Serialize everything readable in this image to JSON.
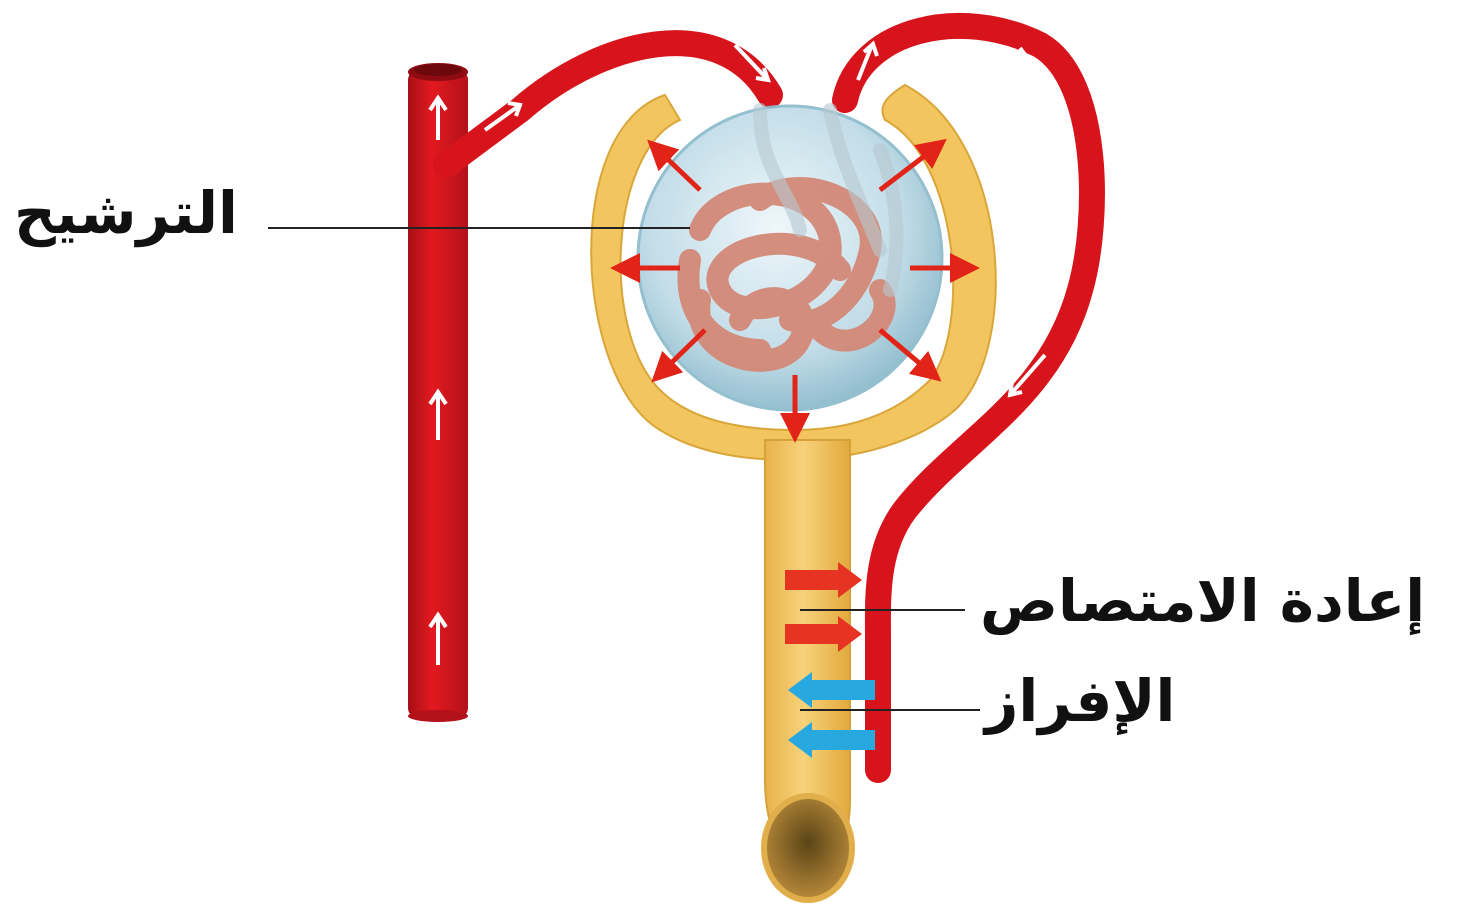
{
  "labels": {
    "filtration": "الترشيح",
    "reabsorption": "إعادة الامتصاص",
    "secretion": "الإفراز"
  },
  "colors": {
    "vessel": "#d7141c",
    "vessel_dark": "#a20f14",
    "tubule": "#f3c55e",
    "tubule_edge": "#d9a63a",
    "capsule_glass": "#cfe6ef",
    "glomerulus": "#d98c7f",
    "reabsorption_arrow": "#e63322",
    "secretion_arrow": "#27a9df",
    "label_line": "#222222"
  }
}
